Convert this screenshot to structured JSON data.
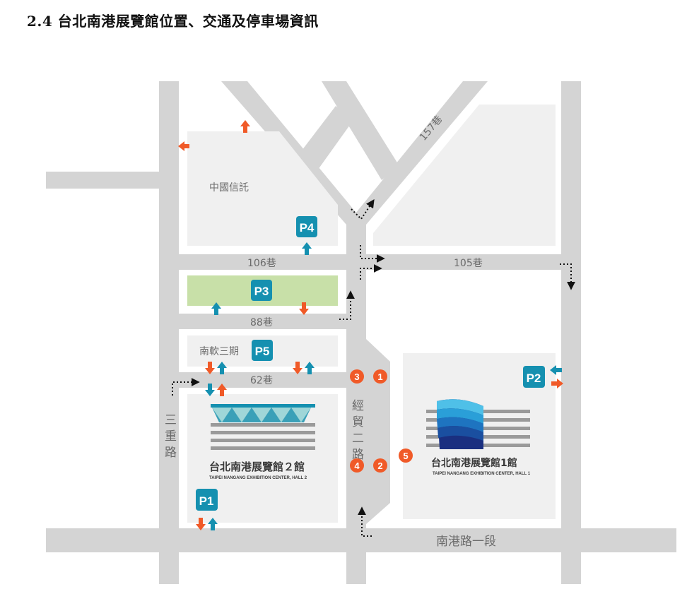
{
  "page": {
    "title": "2.4 台北南港展覽館位置、交通及停車場資訊"
  },
  "colors": {
    "road": "#d4d4d4",
    "block": "#f0f0f0",
    "park_green": "#c8e0a8",
    "parking_blue": "#1590b0",
    "arrow_orange": "#f05a28",
    "arrow_blue": "#1590b0",
    "gate_orange": "#f05a28",
    "building_lines": "#9a9a9a"
  },
  "roads": {
    "lane_157": "157巷",
    "lane_106": "106巷",
    "lane_105": "105巷",
    "lane_88": "88巷",
    "lane_62": "62巷",
    "jingmao_2nd_road": "經貿二路",
    "sanchong_road": "三重路",
    "nangang_road_sec1": "南港路一段"
  },
  "landmarks": {
    "china_trust": "中國信託",
    "nanruan_phase3": "南軟三期"
  },
  "buildings": {
    "hall2": {
      "name": "台北南港展覽館２館",
      "name_en": "TAIPEI NANGANG EXHIBITION CENTER, HALL 2"
    },
    "hall1": {
      "name": "台北南港展覽館1館",
      "name_en": "TAIPEI NANGANG EXHIBITION CENTER, HALL 1"
    }
  },
  "parking": {
    "p1": "P1",
    "p2": "P2",
    "p3": "P3",
    "p4": "P4",
    "p5": "P5"
  },
  "gates": {
    "g1": "1",
    "g2": "2",
    "g3": "3",
    "g4": "4",
    "g5": "5"
  }
}
